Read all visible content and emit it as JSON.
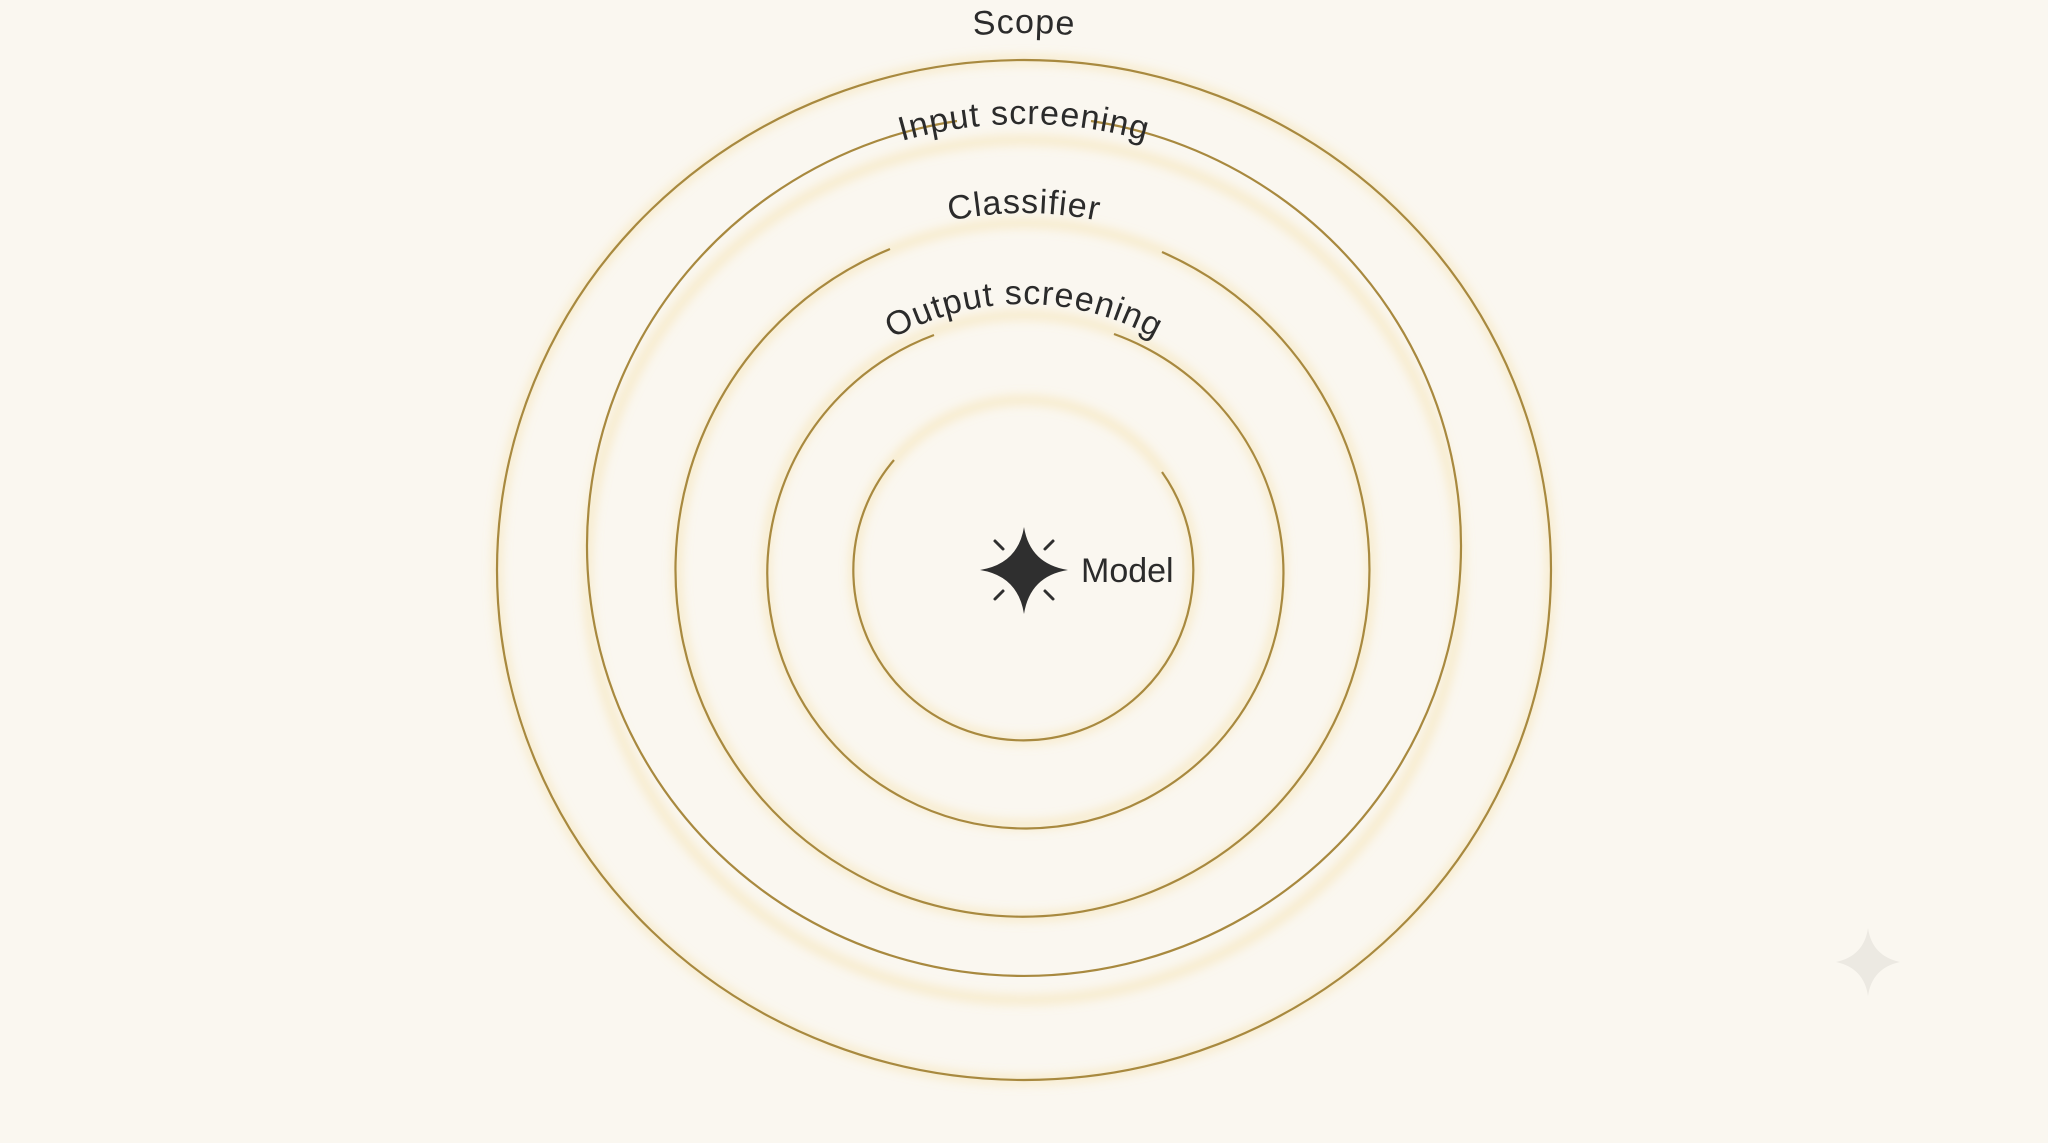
{
  "diagram": {
    "rings": [
      {
        "label": "Scope"
      },
      {
        "label": "Input screening"
      },
      {
        "label": "Classifier"
      },
      {
        "label": "Output screening"
      }
    ],
    "center": {
      "label": "Model",
      "icon": "sparkle-icon"
    }
  },
  "colors": {
    "background": "#faf7f0",
    "ring_stroke": "#a8893f",
    "ring_glow": "#f3d58a",
    "text": "#2b2b2b",
    "icon": "#2f2f2f",
    "watermark": "#ece9e2"
  }
}
